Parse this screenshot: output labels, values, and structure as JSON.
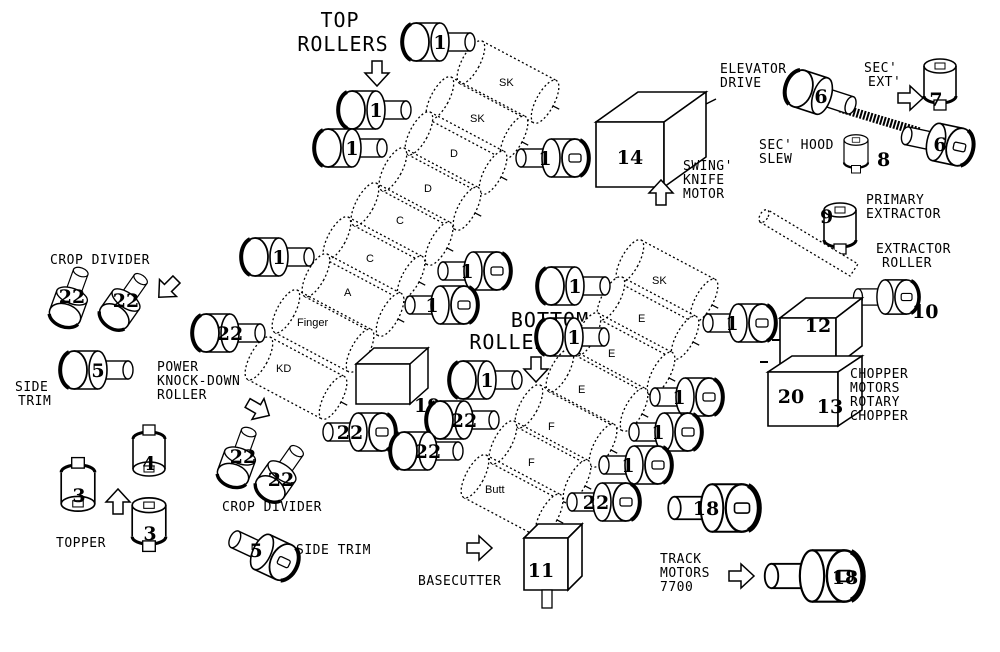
{
  "labels": {
    "top_rollers": [
      "TOP",
      "ROLLERS"
    ],
    "bottom_rollers": [
      "BOTTOM",
      "ROLLERS"
    ],
    "elevator_drive": [
      "ELEVATOR",
      "DRIVE"
    ],
    "sec_ext": [
      "SEC'",
      "EXT'"
    ],
    "sec_hood_slew": [
      "SEC' HOOD",
      "SLEW"
    ],
    "swing_knife_motor": [
      "SWING'",
      "KNIFE",
      "MOTOR"
    ],
    "primary_extractor": [
      "PRIMARY",
      "EXTRACTOR"
    ],
    "extractor_roller": [
      "EXTRACTOR",
      "ROLLER"
    ],
    "crop_divider_left": "CROP DIVIDER",
    "crop_divider_bottom": "CROP DIVIDER",
    "side_trim_left": [
      "SIDE",
      "TRIM"
    ],
    "side_trim_bottom": "SIDE TRIM",
    "power_knockdown": [
      "POWER",
      "KNOCK-DOWN",
      "ROLLER"
    ],
    "topper": "TOPPER",
    "basecutter": "BASECUTTER",
    "chopper": [
      "CHOPPER",
      "MOTORS",
      "ROTARY",
      "CHOPPER"
    ],
    "track_motors": [
      "TRACK",
      "MOTORS",
      "7700"
    ]
  },
  "rollers": [
    "SK",
    "SK",
    "D",
    "D",
    "C",
    "C",
    "A",
    "Finger",
    "KD",
    "SK",
    "E",
    "E",
    "E",
    "F",
    "F",
    "Butt"
  ],
  "numbers": {
    "motor_1": "1",
    "box_14": "14",
    "elev_6": "6",
    "sec_7": "7",
    "slew_8": "8",
    "prim_9": "9",
    "extr_10": "10",
    "box_12": "12",
    "box_20": "20",
    "box_13": "13",
    "box_19": "19",
    "box_11": "11",
    "track_18": "18",
    "crop_22": "22",
    "trim_5": "5",
    "topper_3": "3",
    "topper_4": "4"
  }
}
